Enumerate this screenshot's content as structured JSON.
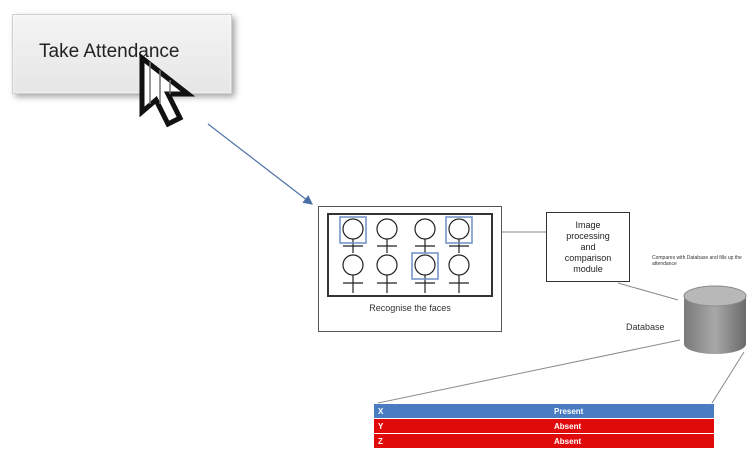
{
  "button": {
    "label": "Take Attendance"
  },
  "faces_panel": {
    "label": "Recognise the faces"
  },
  "module": {
    "label_lines": [
      "Image",
      "processing",
      "and",
      "comparison",
      "module"
    ]
  },
  "compare_note": {
    "text": "Compares with Database and fills up the attendance"
  },
  "database": {
    "label": "Database"
  },
  "attendance_table": {
    "rows": [
      {
        "name": "X",
        "status": "Present",
        "color": "#4a7cc2"
      },
      {
        "name": "Y",
        "status": "Absent",
        "color": "#e00a0a"
      },
      {
        "name": "Z",
        "status": "Absent",
        "color": "#e00a0a"
      }
    ]
  },
  "icons": {
    "cursor": "mouse-pointer-icon",
    "face": "stick-figure-face-icon",
    "database": "database-cylinder-icon"
  },
  "colors": {
    "arrow": "#4a6fa5",
    "highlight": "#6e8fc4"
  }
}
